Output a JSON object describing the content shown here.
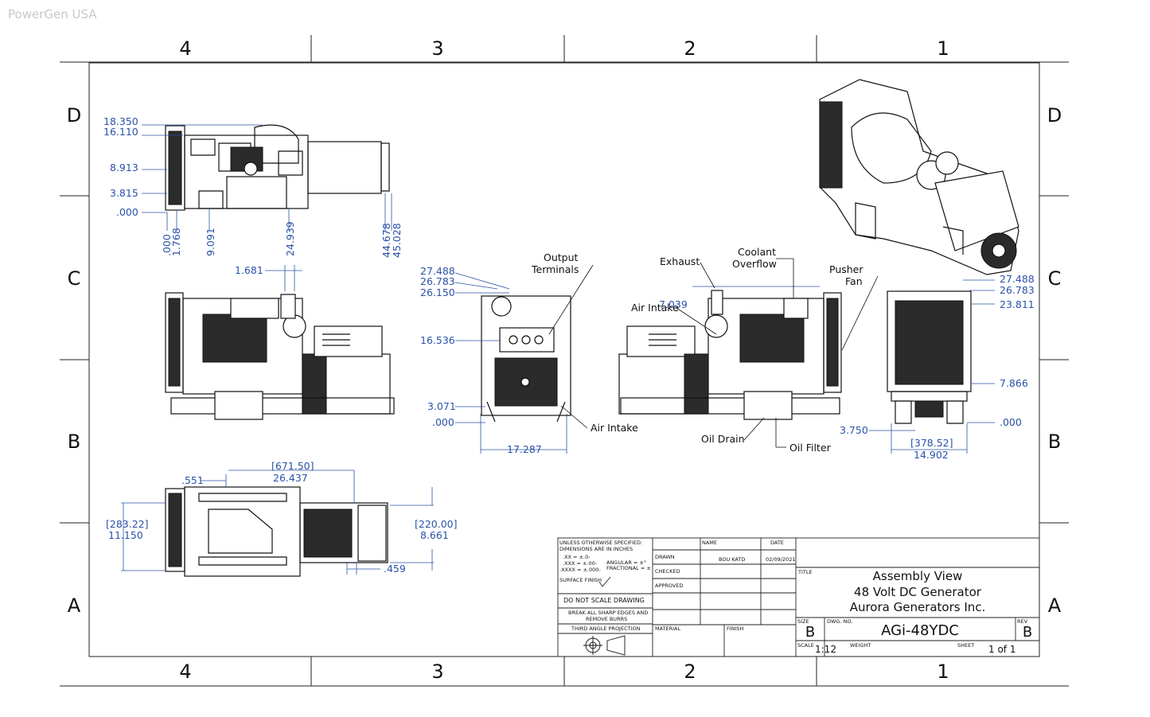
{
  "watermark": "PowerGen USA",
  "zones": {
    "columns": [
      "4",
      "3",
      "2",
      "1"
    ],
    "rows": [
      "D",
      "C",
      "B",
      "A"
    ]
  },
  "views": {
    "top_view": {
      "dims": [
        "18.350",
        "16.110",
        "8.913",
        "3.815",
        ".000",
        ".000",
        "1.768",
        "9.091",
        "24.939",
        "44.678",
        "45.028"
      ]
    },
    "side_view_left": {
      "dims": [
        "1.681"
      ]
    },
    "front_view": {
      "dims": [
        "27.488",
        "26.783",
        "26.150",
        "16.536",
        "3.071",
        ".000",
        "17.287"
      ]
    },
    "side_view_right": {
      "dims": [
        "7.039"
      ]
    },
    "end_view": {
      "dims": [
        "27.488",
        "26.783",
        "23.811",
        "7.866",
        ".000",
        "3.750",
        "[378.52]",
        "14.902"
      ]
    },
    "bottom_view": {
      "dims": [
        ".551",
        "[671.50]",
        "26.437",
        "[283.22]",
        "11.150",
        "[220.00]",
        "8.661",
        ".459"
      ]
    }
  },
  "callouts": {
    "output_terminals": [
      "Output",
      "Terminals"
    ],
    "exhaust": "Exhaust",
    "coolant_overflow": [
      "Coolant",
      "Overflow"
    ],
    "pusher_fan": [
      "Pusher",
      "Fan"
    ],
    "air_intake_right": "Air Intake",
    "air_intake_front": "Air Intake",
    "oil_drain": "Oil Drain",
    "oil_filter": "Oil Filter"
  },
  "title_block": {
    "notes": [
      "UNLESS OTHERWISE SPECIFIED:",
      "DIMENSIONS ARE IN INCHES",
      ".XX = ±.0-",
      ".XXX = ±.00-",
      ".XXXX = ±.000-",
      "ANGULAR = ±°",
      "FRACTIONAL = ±",
      "SURFACE FINISH"
    ],
    "do_not_scale": "DO NOT SCALE DRAWING",
    "break_edges": [
      "BREAK ALL SHARP EDGES AND",
      "REMOVE BURRS"
    ],
    "projection": "THIRD ANGLE PROJECTION",
    "col_name": "NAME",
    "col_date": "DATE",
    "drawn_label": "DRAWN",
    "drawn_name": "BOU KATD",
    "drawn_date": "02/09/2021",
    "checked_label": "CHECKED",
    "approved_label": "APPROVED",
    "material_label": "MATERIAL",
    "finish_label": "FINISH",
    "title_label": "TITLE",
    "title_lines": [
      "Assembly View",
      "48 Volt DC Generator",
      "Aurora Generators Inc."
    ],
    "size_label": "SIZE",
    "size": "B",
    "dwg_label": "DWG. NO.",
    "dwg_no": "AGi-48YDC",
    "rev_label": "REV",
    "rev": "B",
    "scale_label": "SCALE",
    "scale": "1:12",
    "weight_label": "WEIGHT",
    "sheet_label": "SHEET",
    "sheet": "1 of 1"
  }
}
